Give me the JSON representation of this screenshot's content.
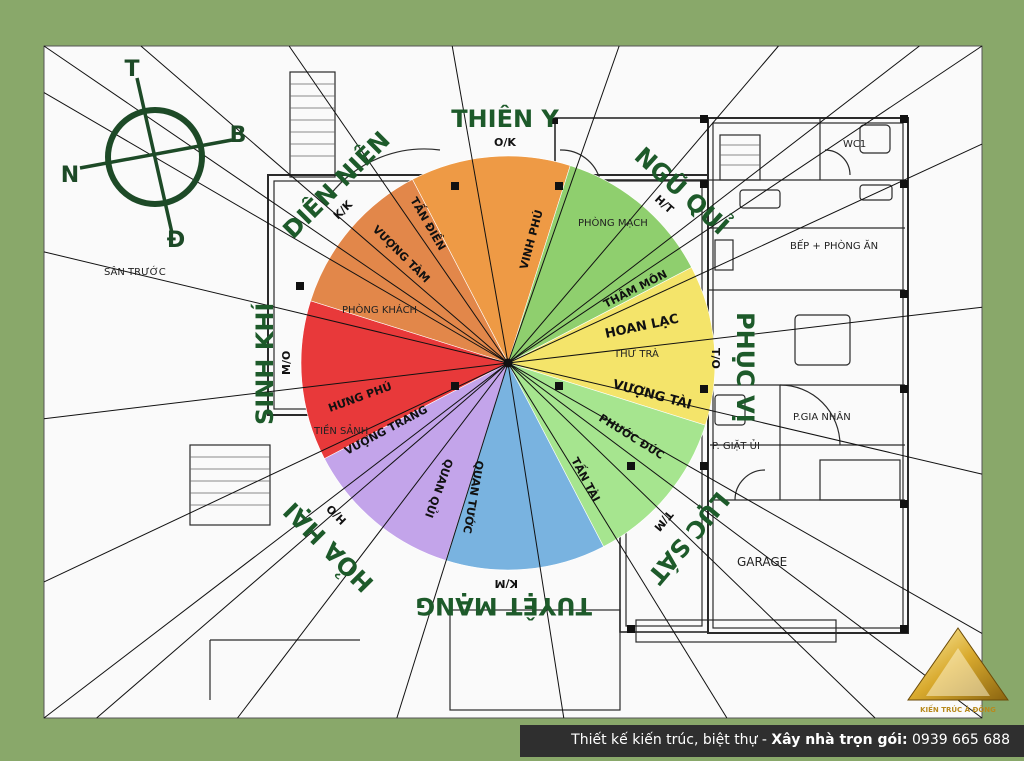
{
  "compass": {
    "n": "N",
    "t": "T",
    "b": "B",
    "d": "Đ"
  },
  "wedges": [
    {
      "name": "wedge-thien-y",
      "label": "",
      "color": "#ee9a45"
    },
    {
      "name": "wedge-ngu-qui",
      "label": "",
      "color": "#8fcf6e"
    },
    {
      "name": "wedge-phuc-vi",
      "label": "",
      "color": "#f4e46a"
    },
    {
      "name": "wedge-luc-sat",
      "label": "",
      "color": "#a6e58f"
    },
    {
      "name": "wedge-tuyet-mang",
      "label": "",
      "color": "#79b3e0"
    },
    {
      "name": "wedge-hoa-hai",
      "label": "",
      "color": "#c3a4ea"
    },
    {
      "name": "wedge-sinh-khi",
      "label": "",
      "color": "#e8393a"
    },
    {
      "name": "wedge-dien-nien",
      "label": "",
      "color": "#e2874a"
    }
  ],
  "directions": {
    "thien_y": {
      "name": "THIÊN Y",
      "code": "O/K"
    },
    "ngu_qui": {
      "name": "NGŨ QUỈ",
      "code": "H/T"
    },
    "phuc_vi": {
      "name": "PHỤC VỊ",
      "code": "T/O"
    },
    "luc_sat": {
      "name": "LỤC SÁT",
      "code": "T/M"
    },
    "tuyet_mang": {
      "name": "TUYỆT MẠNG",
      "code": "K/M"
    },
    "hoa_hai": {
      "name": "HỎA HẠI",
      "code": "H/O"
    },
    "sinh_khi": {
      "name": "SINH KHÍ",
      "code": "M/O"
    },
    "dien_nien": {
      "name": "DIÊN NIÊN",
      "code": "K/K"
    }
  },
  "sub_sectors": {
    "tan_dien": "TẤN ĐIỀN",
    "vinh_phu": "VINH PHÚ",
    "vuong_tam": "VƯỢNG TÀM",
    "tham_mon": "THÂM MÔN",
    "hoan_lac": "HOAN LẠC",
    "vuong_tai": "VƯỢNG TÀI",
    "phuc_duc": "PHƯỚC ĐỨC",
    "tan_tai": "TẤN TÀI",
    "quan_tuoc": "QUAN TƯỚC",
    "quan_qui": "QUAN QỦI",
    "vuong_trang": "VƯỢNG TRANG",
    "hung_phu": "HƯNG PHÚ"
  },
  "rooms": {
    "san_truoc": "SÂN TRƯỚC",
    "phong_khach": "PHÒNG KHÁCH",
    "tien_sanh": "TIỀN SẢNH",
    "phong_mach": "PHÒNG MẠCH",
    "thu_tra": "THƯ TRÀ",
    "wc1": "WC1",
    "bep_phong_an": "BẾP + PHÒNG ĂN",
    "p_gia_nhan": "P.GIA NHÂN",
    "p_giat_ui": "P. GIẶT ỦI",
    "garage": "GARAGE"
  },
  "logo": {
    "text": "KIẾN TRÚC Á ĐÔNG"
  },
  "footer": {
    "prefix": "Thiết kế kiến trúc, biệt thự - ",
    "bold": "Xây nhà trọn gói:",
    "phone": " 0939 665 688"
  }
}
